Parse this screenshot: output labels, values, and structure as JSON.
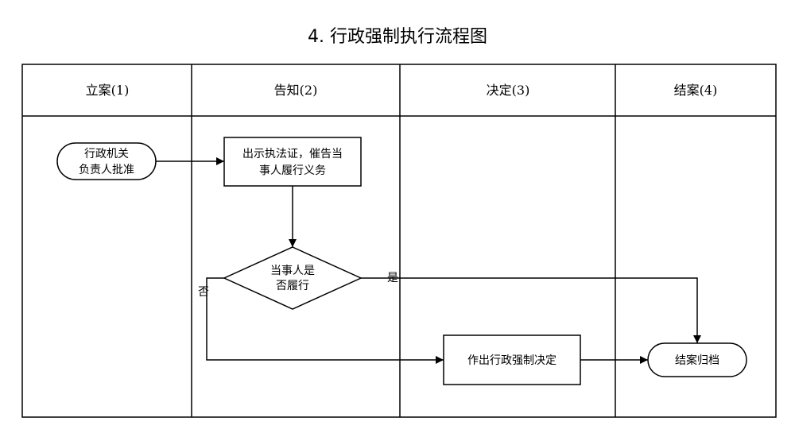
{
  "title": "4. 行政强制执行流程图",
  "lanes": [
    {
      "label": "立案(1)"
    },
    {
      "label": "告知(2)"
    },
    {
      "label": "决定(3)"
    },
    {
      "label": "结案(4)"
    }
  ],
  "nodes": {
    "start": {
      "lines": [
        "行政机关",
        "负责人批准"
      ]
    },
    "notify": {
      "lines": [
        "出示执法证，催告当",
        "事人履行义务"
      ]
    },
    "decision": {
      "lines": [
        "当事人是",
        "否履行"
      ]
    },
    "enforce": {
      "lines": [
        "作出行政强制决定"
      ]
    },
    "end": {
      "lines": [
        "结案归档"
      ]
    }
  },
  "edges": {
    "yes_label": "是",
    "no_label": "否"
  }
}
